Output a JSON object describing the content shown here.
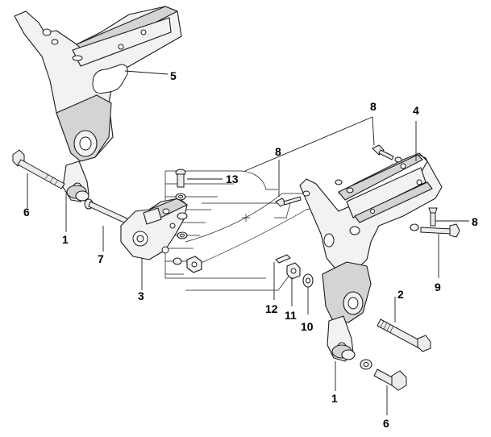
{
  "callouts": {
    "c1a": "1",
    "c1b": "1",
    "c2": "2",
    "c3": "3",
    "c4": "4",
    "c5": "5",
    "c6a": "6",
    "c6b": "6",
    "c7": "7",
    "c8a": "8",
    "c8b": "8",
    "c8c": "8",
    "c9": "9",
    "c10": "10",
    "c11": "11",
    "c12": "12",
    "c13": "13"
  },
  "colors": {
    "line": "#1a1a1a",
    "part_fill": "#f2f2f2",
    "part_shade": "#d4d4d4",
    "background": "#ffffff"
  }
}
